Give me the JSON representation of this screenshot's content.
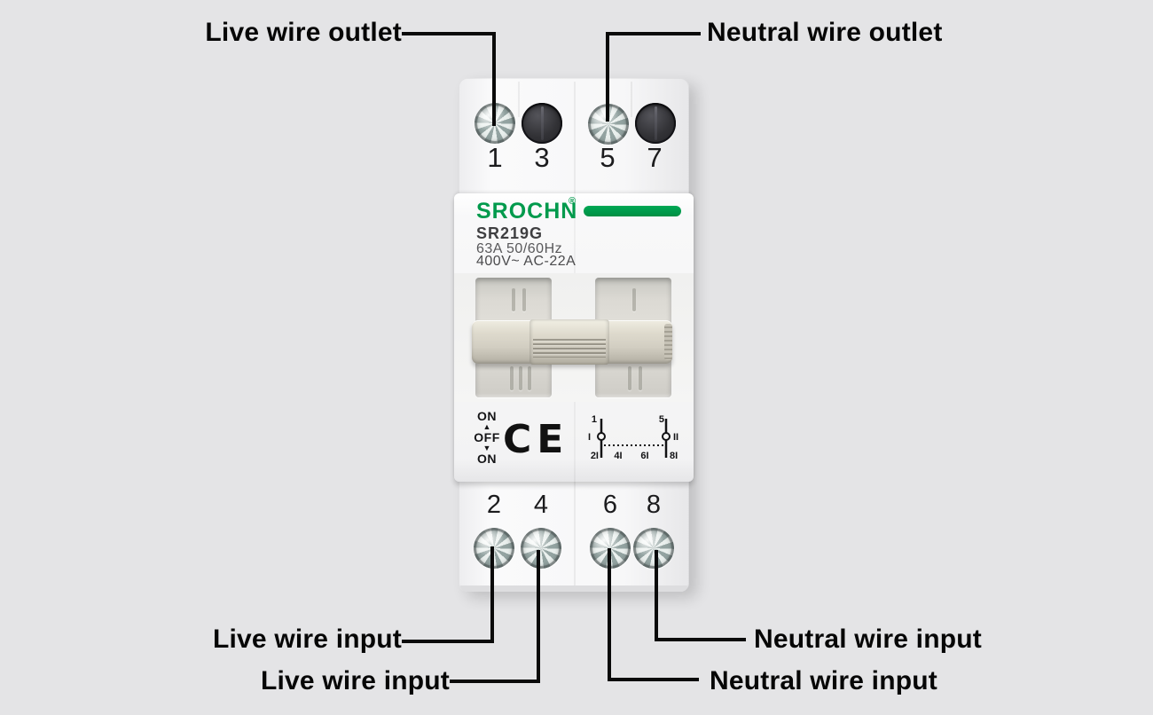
{
  "colors": {
    "background": "#e4e4e6",
    "brand_green": "#009a4c",
    "leader_line": "#0a0a0a"
  },
  "annotations": {
    "live_wire_outlet": "Live wire outlet",
    "neutral_wire_outlet": "Neutral wire outlet",
    "live_wire_input_top": "Live wire input",
    "live_wire_input_bottom": "Live wire input",
    "neutral_wire_input_top": "Neutral wire input",
    "neutral_wire_input_bottom": "Neutral wire input"
  },
  "device": {
    "brand": "SROCHN",
    "registered": "®",
    "model": "SR219G",
    "rating_line1": "63A  50/60Hz",
    "rating_line2": "400V~  AC-22A",
    "top_terminals": [
      "1",
      "3",
      "5",
      "7"
    ],
    "bottom_terminals": [
      "2",
      "4",
      "6",
      "8"
    ],
    "switch": {
      "on_top": "ON",
      "arrow_up": "▲",
      "off": "OFF",
      "arrow_down": "▼",
      "on_bottom": "ON"
    },
    "ce_mark": "CE",
    "schematic": {
      "top_left": "1",
      "left_pole": "I",
      "bottom_left": "2I",
      "bottom_mid_left": "4I",
      "bottom_mid_right": "6I",
      "top_right": "5",
      "right_pole": "II",
      "bottom_right": "8I"
    }
  }
}
